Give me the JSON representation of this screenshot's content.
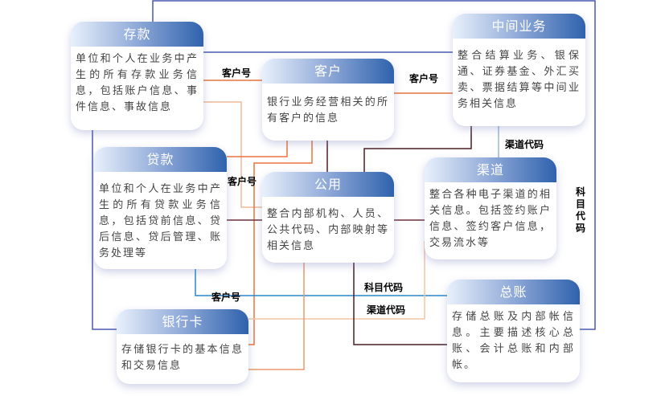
{
  "entities": {
    "deposit": {
      "title": "存款",
      "desc": "单位和个人在业务中产生的所有存款业务信息，包括账户信息、事件信息、事故信息"
    },
    "customer": {
      "title": "客户",
      "desc": "银行业务经营相关的所有客户的信息"
    },
    "intermediate": {
      "title": "中间业务",
      "desc": "整合结算业务、银保通、证券基金、外汇买卖、票据结算等中间业务相关信息"
    },
    "loan": {
      "title": "贷款",
      "desc": "单位和个人在业务中产生的所有贷款业务信息，包括贷前信息、贷后信息、贷后管理、账务处理等"
    },
    "common": {
      "title": "公用",
      "desc": "整合内部机构、人员、公共代码、内部映射等相关信息"
    },
    "channel": {
      "title": "渠道",
      "desc": "整合各种电子渠道的相关信息。包括签约账户信息、签约客户信息，交易流水等"
    },
    "ledger": {
      "title": "总账",
      "desc": "存储总账及内部帐信息。主要描述核心总账、会计总账和内部帐。"
    },
    "card": {
      "title": "银行卡",
      "desc": "存储银行卡的基本信息和交易信息"
    }
  },
  "links": {
    "l1": "客户号",
    "l2": "客户号",
    "l3": "客户号",
    "l4": "客户号",
    "l5": "渠道代码",
    "l6": "科目代码",
    "l7": "科目代码",
    "l8": "渠道代码"
  },
  "colors": {
    "blue": "#3b4aa8",
    "orange": "#e8743c",
    "dark": "#4a1e24",
    "lightblue": "#2a86c8"
  }
}
